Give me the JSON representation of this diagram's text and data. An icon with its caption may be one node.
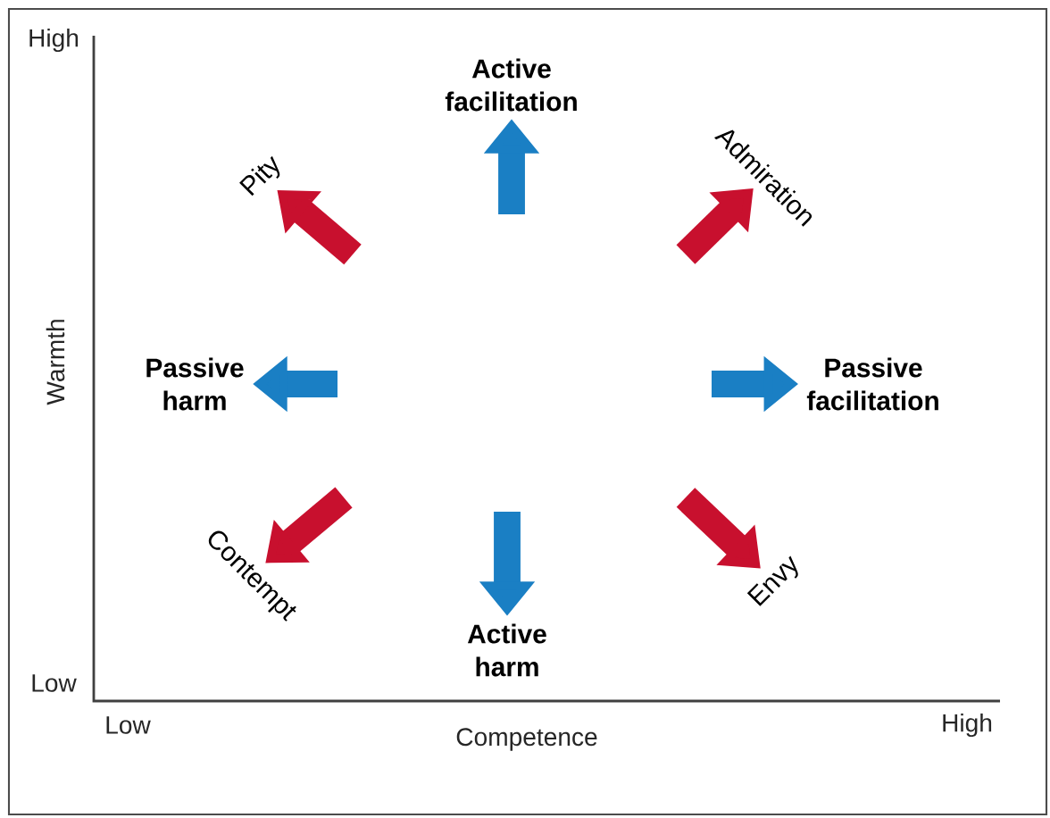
{
  "diagram": {
    "nodes": [
      {
        "text": [
          "Active facilitation"
        ]
      },
      {
        "text": [
          "Pity"
        ]
      },
      {
        "text": [
          "Admiration"
        ]
      },
      {
        "text": [
          "Passive harm"
        ]
      },
      {
        "text": [
          "Passive facilitation"
        ]
      },
      {
        "text": [
          "Contempt"
        ]
      },
      {
        "text": [
          "Envy"
        ]
      },
      {
        "text": [
          "Active harm"
        ]
      }
    ],
    "edges": [
      {
        "from": null,
        "to": 0,
        "arrow": "to",
        "color": "#1a7fc4"
      },
      {
        "from": null,
        "to": 1,
        "arrow": "to",
        "color": "#c8102e"
      },
      {
        "from": null,
        "to": 2,
        "arrow": "to",
        "color": "#c8102e"
      },
      {
        "from": null,
        "to": 3,
        "arrow": "to",
        "color": "#1a7fc4"
      },
      {
        "from": null,
        "to": 4,
        "arrow": "to",
        "color": "#1a7fc4"
      },
      {
        "from": null,
        "to": 5,
        "arrow": "to",
        "color": "#c8102e"
      },
      {
        "from": null,
        "to": 6,
        "arrow": "to",
        "color": "#c8102e"
      },
      {
        "from": null,
        "to": 7,
        "arrow": "to",
        "color": "#1a7fc4"
      }
    ],
    "labels": [
      "High",
      "Warmth",
      "Low",
      "Low",
      "Competence",
      "High"
    ]
  }
}
